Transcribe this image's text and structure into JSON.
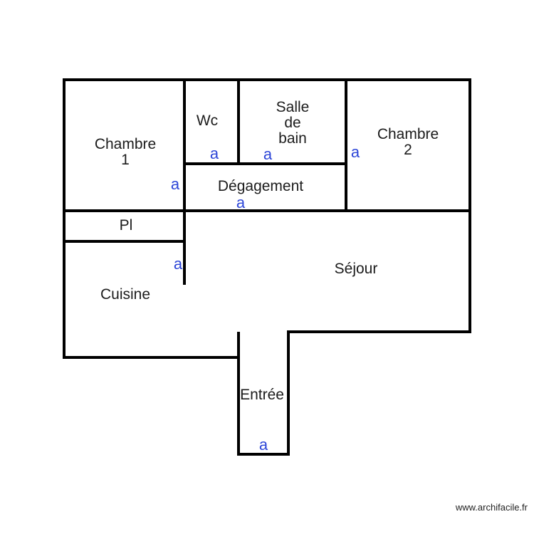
{
  "plan": {
    "wall_color": "#000000",
    "room_text_color": "#1c1c1c",
    "door_marker_color": "#2d46d8",
    "rooms": [
      {
        "name": "chambre-1",
        "label": "Chambre\n1"
      },
      {
        "name": "wc",
        "label": "Wc"
      },
      {
        "name": "salle-de-bain",
        "label": "Salle\nde\nbain"
      },
      {
        "name": "chambre-2",
        "label": "Chambre\n2"
      },
      {
        "name": "degagement",
        "label": "Dégagement"
      },
      {
        "name": "pl",
        "label": "Pl"
      },
      {
        "name": "sejour",
        "label": "Séjour"
      },
      {
        "name": "cuisine",
        "label": "Cuisine"
      },
      {
        "name": "entree",
        "label": "Entrée"
      }
    ],
    "door_markers": [
      {
        "room": "chambre-1",
        "label": "a"
      },
      {
        "room": "wc",
        "label": "a"
      },
      {
        "room": "salle-de-bain",
        "label": "a"
      },
      {
        "room": "chambre-2",
        "label": "a"
      },
      {
        "room": "degagement",
        "label": "a"
      },
      {
        "room": "cuisine",
        "label": "a"
      },
      {
        "room": "entree",
        "label": "a"
      }
    ]
  },
  "watermark": {
    "text": "www.archifacile.fr"
  }
}
